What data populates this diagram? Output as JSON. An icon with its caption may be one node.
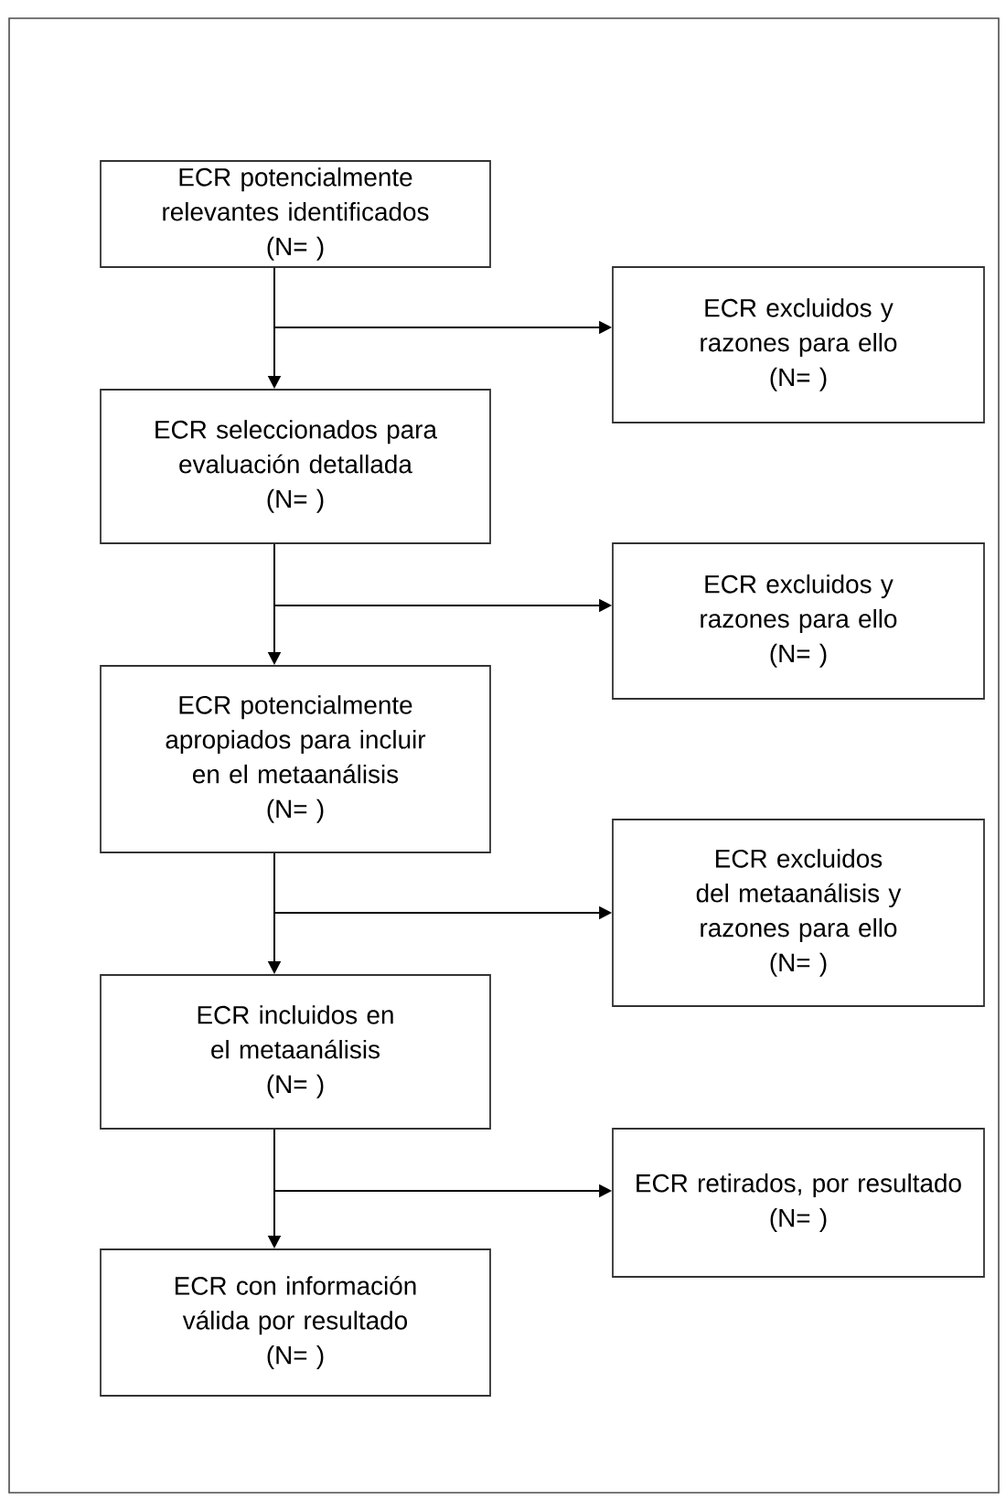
{
  "diagram": {
    "nodes": [
      {
        "text": [
          "ECR potencialmente relevantes identificados",
          "(N= )"
        ]
      },
      {
        "text": [
          "ECR excluidos y razones para ello",
          "(N= )"
        ]
      },
      {
        "text": [
          "ECR seleccionados para evaluación detallada",
          "(N= )"
        ]
      },
      {
        "text": [
          "ECR excluidos y razones para ello",
          "(N= )"
        ]
      },
      {
        "text": [
          "ECR potencialmente apropiados para incluir en el metaanálisis",
          "(N= )"
        ]
      },
      {
        "text": [
          "ECR excluidos del metaanálisis y razones para ello",
          "(N= )"
        ]
      },
      {
        "text": [
          "ECR incluidos en el metaanálisis",
          "(N= )"
        ]
      },
      {
        "text": [
          "ECR retirados, por resultado",
          "(N= )"
        ]
      },
      {
        "text": [
          "ECR con información válida por resultado",
          "(N= )"
        ]
      }
    ],
    "edges": [
      {
        "from": 0,
        "to": 2,
        "arrow": "to"
      },
      {
        "from": 0,
        "to": 1,
        "arrow": "to"
      },
      {
        "from": 2,
        "to": 4,
        "arrow": "to"
      },
      {
        "from": 2,
        "to": 3,
        "arrow": "to"
      },
      {
        "from": 4,
        "to": 6,
        "arrow": "to"
      },
      {
        "from": 4,
        "to": 5,
        "arrow": "to"
      },
      {
        "from": 6,
        "to": 8,
        "arrow": "to"
      },
      {
        "from": 6,
        "to": 7,
        "arrow": "to"
      }
    ]
  }
}
